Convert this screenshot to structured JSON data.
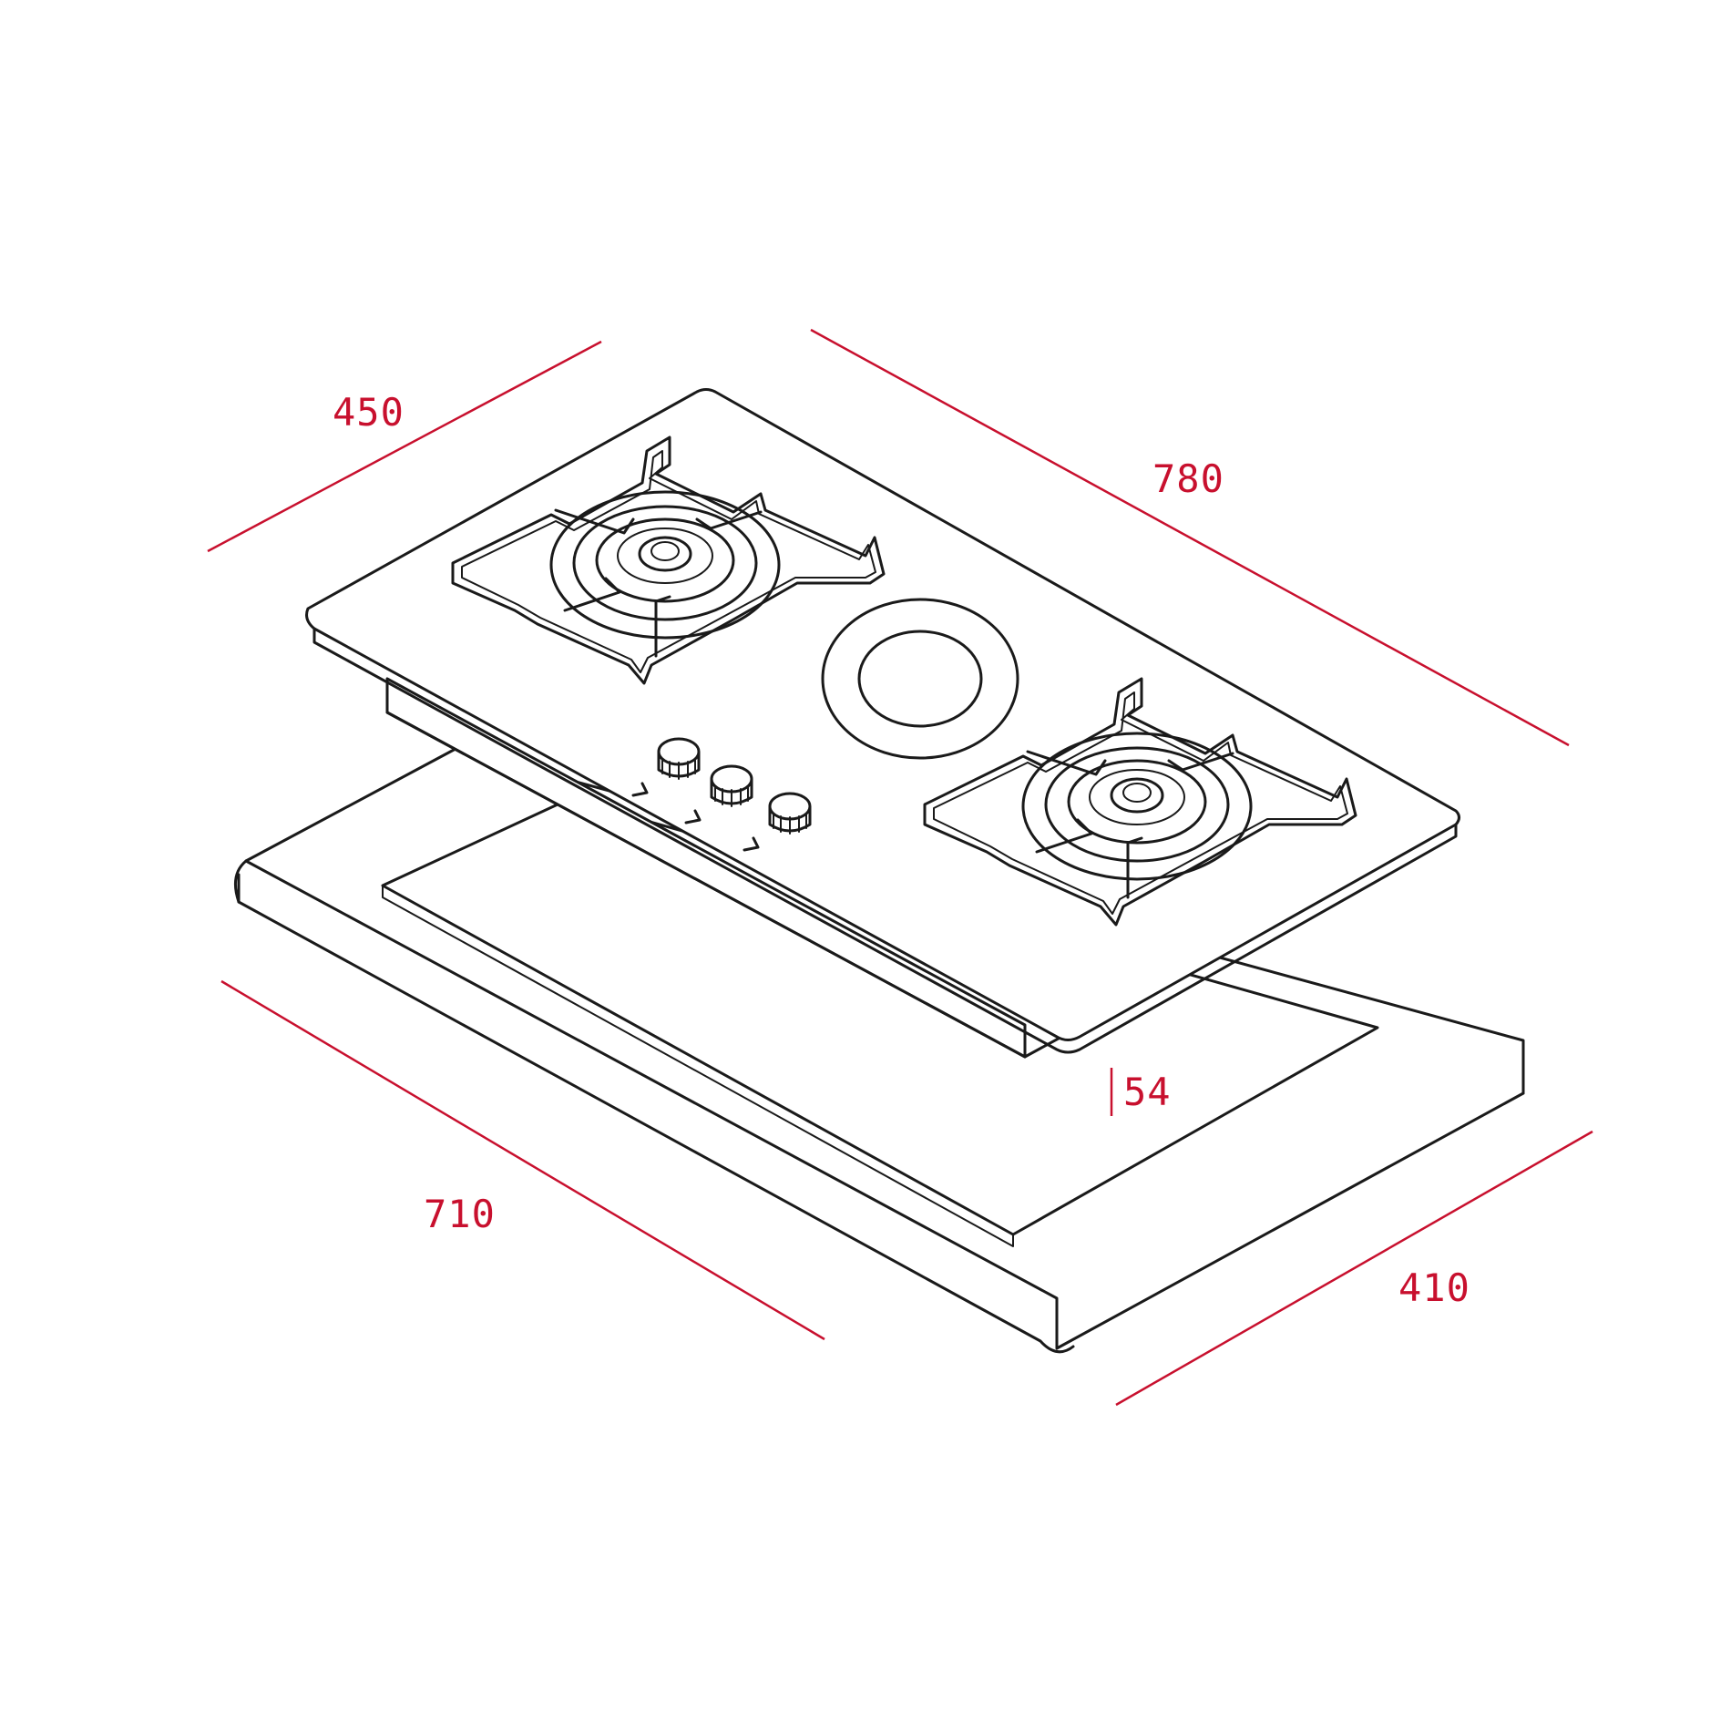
{
  "diagram": {
    "colors": {
      "dimension": "#c8102e",
      "line": "#1a1a1a",
      "background": "#ffffff"
    },
    "dimensions": {
      "hob_depth": "450",
      "hob_width": "780",
      "cutout_width": "710",
      "cutout_depth": "410",
      "hob_height": "54"
    },
    "components": {
      "burners": 2,
      "control_knobs": 3,
      "center_ring": 1
    }
  }
}
